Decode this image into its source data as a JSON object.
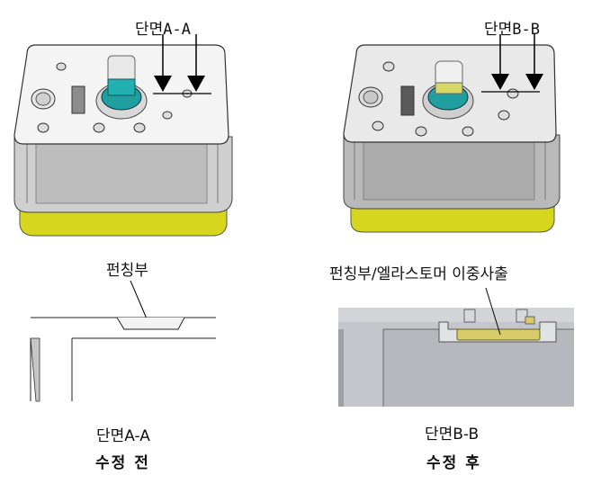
{
  "left": {
    "section_label": "단면A-A",
    "callout_label": "펀칭부",
    "caption_section": "단면A-A",
    "caption_state": "수정 전"
  },
  "right": {
    "section_label": "단면B-B",
    "callout_label": "펀칭부/엘라스토머 이중사출",
    "caption_section": "단면B-B",
    "caption_state": "수정 후"
  },
  "colors": {
    "housing_top": "#f2f2f2",
    "housing_side": "#c9c9c9",
    "base_yellow": "#d6d61e",
    "knob_teal": "#20a8a8",
    "elastomer_yellow": "#d8cc6a",
    "section_gray": "#c4c6cc"
  }
}
